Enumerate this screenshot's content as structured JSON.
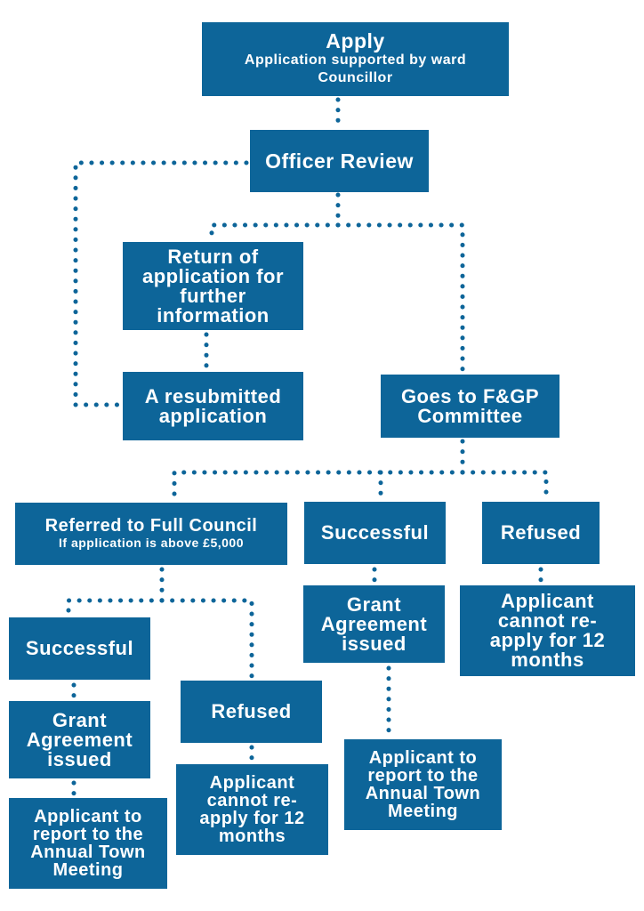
{
  "colors": {
    "box_fill": "#0d6599",
    "box_text": "#ffffff",
    "connector": "#0d6599",
    "background": "#ffffff"
  },
  "nodes": {
    "apply": {
      "title": "Apply",
      "subtitle": "Application supported by ward\nCouncillor"
    },
    "officer_review": {
      "title": "Officer Review"
    },
    "return_application": {
      "title": "Return of\napplication for\nfurther\ninformation"
    },
    "resubmitted": {
      "title": "A resubmitted\napplication"
    },
    "fgp_committee": {
      "title": "Goes to F&GP\nCommittee"
    },
    "referred_full_council": {
      "title": "Referred to Full Council",
      "subtitle": "If application is above £5,000"
    },
    "fgp_successful": {
      "title": "Successful"
    },
    "fgp_refused": {
      "title": "Refused"
    },
    "fgp_grant_agreement": {
      "title": "Grant\nAgreement\nissued"
    },
    "fgp_cannot_reapply": {
      "title": "Applicant\ncannot re-\napply for 12\nmonths"
    },
    "fgp_report": {
      "title": "Applicant to\nreport to the\nAnnual Town\nMeeting"
    },
    "council_successful": {
      "title": "Successful"
    },
    "council_grant_agreement": {
      "title": "Grant\nAgreement\nissued"
    },
    "council_report": {
      "title": "Applicant to\nreport to the\nAnnual Town\nMeeting"
    },
    "council_refused": {
      "title": "Refused"
    },
    "council_cannot_reapply": {
      "title": "Applicant\ncannot re-\napply for 12\nmonths"
    }
  },
  "edges": [
    [
      "apply",
      "officer_review"
    ],
    [
      "officer_review",
      "return_application"
    ],
    [
      "officer_review",
      "fgp_committee"
    ],
    [
      "return_application",
      "resubmitted"
    ],
    [
      "resubmitted",
      "officer_review"
    ],
    [
      "fgp_committee",
      "referred_full_council"
    ],
    [
      "fgp_committee",
      "fgp_successful"
    ],
    [
      "fgp_committee",
      "fgp_refused"
    ],
    [
      "fgp_successful",
      "fgp_grant_agreement"
    ],
    [
      "fgp_grant_agreement",
      "fgp_report"
    ],
    [
      "fgp_refused",
      "fgp_cannot_reapply"
    ],
    [
      "referred_full_council",
      "council_successful"
    ],
    [
      "referred_full_council",
      "council_refused"
    ],
    [
      "council_successful",
      "council_grant_agreement"
    ],
    [
      "council_grant_agreement",
      "council_report"
    ],
    [
      "council_refused",
      "council_cannot_reapply"
    ]
  ]
}
